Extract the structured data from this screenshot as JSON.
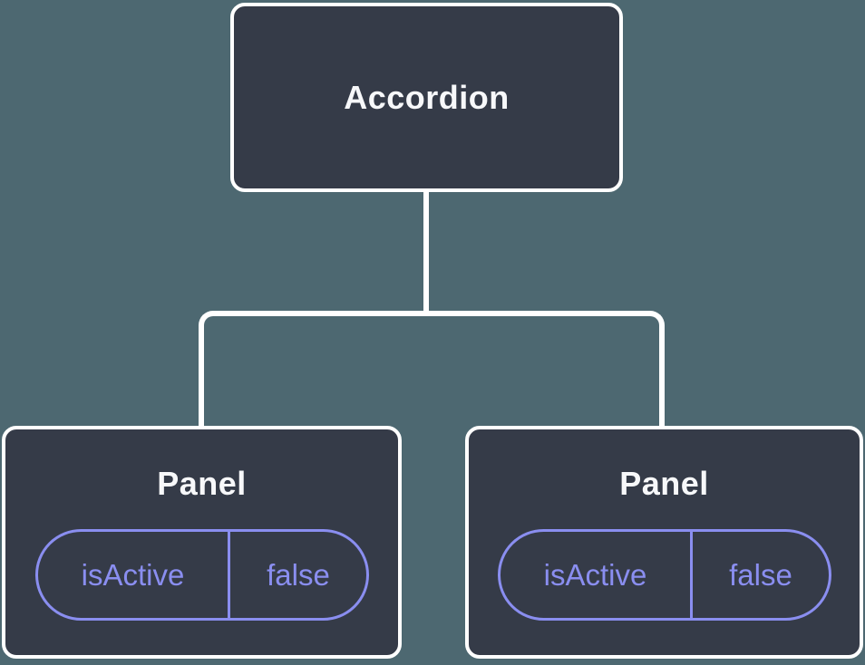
{
  "diagram": {
    "root": {
      "label": "Accordion"
    },
    "panels": [
      {
        "label": "Panel",
        "state": {
          "key": "isActive",
          "value": "false"
        }
      },
      {
        "label": "Panel",
        "state": {
          "key": "isActive",
          "value": "false"
        }
      }
    ],
    "colors": {
      "background": "#4d6871",
      "node_fill": "#353b48",
      "node_border": "#ffffff",
      "connector": "#ffffff",
      "node_text": "#f7f8fa",
      "state_accent": "#8a8ef0"
    }
  }
}
